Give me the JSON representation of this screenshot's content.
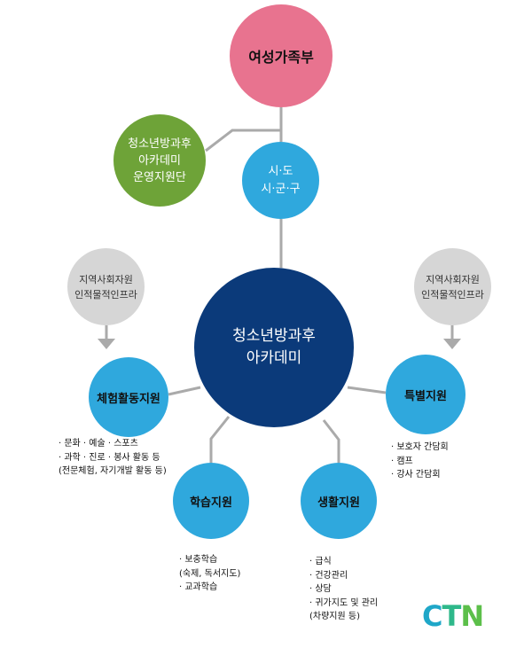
{
  "nodes": {
    "ministry": {
      "label": "여성가족부"
    },
    "academy_support": {
      "lines": [
        "청소년방과후",
        "아카데미",
        "운영지원단"
      ]
    },
    "local_government": {
      "lines": [
        "시·도",
        "시·군·구"
      ]
    },
    "center": {
      "lines": [
        "청소년방과후",
        "아카데미"
      ]
    },
    "infra_left": {
      "lines": [
        "지역사회자원",
        "인적물적인프라"
      ]
    },
    "infra_right": {
      "lines": [
        "지역사회자원",
        "인적물적인프라"
      ]
    },
    "experience_support": {
      "label": "체험활동지원"
    },
    "special_support": {
      "label": "특별지원"
    },
    "study_support": {
      "label": "학습지원"
    },
    "life_support": {
      "label": "생활지원"
    }
  },
  "lists": {
    "experience": [
      "· 문화 · 예술 · 스포츠",
      "· 과학 · 진로 · 봉사 활동 등",
      "(전문체험, 자기개발 활동 등)"
    ],
    "special": [
      "· 보호자 간담회",
      "· 캠프",
      "· 강사 간담회"
    ],
    "study": [
      "· 보충학습",
      "(숙제, 독서지도)",
      "· 교과학습"
    ],
    "life": [
      "· 급식",
      "· 건강관리",
      "· 상담",
      "· 귀가지도 및 관리",
      "(차량지원 등)"
    ]
  },
  "logo": {
    "c": "C",
    "t": "T",
    "n": "N"
  },
  "colors": {
    "ministry": "#e8738f",
    "support_group": "#6ea338",
    "blue_node": "#2fa8dd",
    "center_node": "#0b3a7a",
    "infra_node": "#d6d6d6",
    "connector": "#aaaaaa"
  }
}
